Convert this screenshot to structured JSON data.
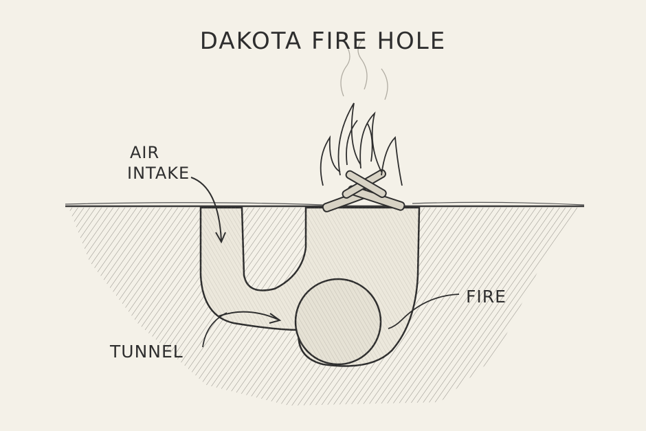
{
  "title": "DAKOTA FIRE HOLE",
  "labels": {
    "air_intake_line1": "AIR",
    "air_intake_line2": "INTAKE",
    "tunnel": "TUNNEL",
    "fire": "FIRE"
  },
  "colors": {
    "background": "#f4f1e8",
    "ink": "#2e2e2e"
  }
}
